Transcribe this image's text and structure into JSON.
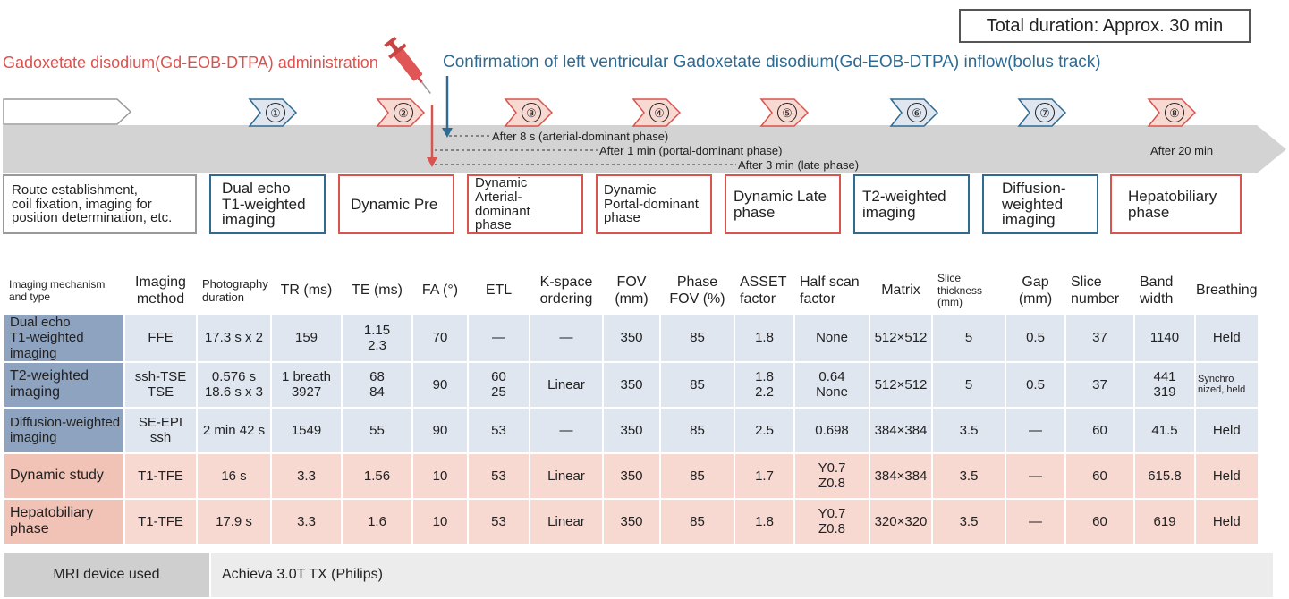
{
  "total_duration": "Total duration: Approx. 30 min",
  "administration_label": "Gadoxetate disodium(Gd-EOB-DTPA) administration",
  "bolus_label": "Confirmation of left ventricular Gadoxetate disodium(Gd-EOB-DTPA) inflow(bolus track)",
  "timeline": {
    "after_8s": "After 8 s (arterial-dominant phase)",
    "after_1min": "After 1 min (portal-dominant phase)",
    "after_3min": "After 3 min (late phase)",
    "after_20min": "After 20 min"
  },
  "steps": [
    {
      "num": "①",
      "color": "blue"
    },
    {
      "num": "②",
      "color": "red"
    },
    {
      "num": "③",
      "color": "red"
    },
    {
      "num": "④",
      "color": "red"
    },
    {
      "num": "⑤",
      "color": "red"
    },
    {
      "num": "⑥",
      "color": "blue"
    },
    {
      "num": "⑦",
      "color": "blue"
    },
    {
      "num": "⑧",
      "color": "red"
    }
  ],
  "phases": [
    {
      "line1": "Route establishment,",
      "line2": "coil fixation, imaging for",
      "line3": "position determination, etc."
    },
    {
      "line1": "Dual echo",
      "line2": "T1-weighted",
      "line3": "imaging"
    },
    {
      "line1": "Dynamic Pre"
    },
    {
      "line1": "Dynamic",
      "line2": "Arterial-dominant",
      "line3": "phase"
    },
    {
      "line1": "Dynamic",
      "line2": "Portal-dominant",
      "line3": "phase"
    },
    {
      "line1": "Dynamic Late",
      "line2": "phase"
    },
    {
      "line1": "T2-weighted",
      "line2": "imaging"
    },
    {
      "line1": "Diffusion-",
      "line2": "weighted",
      "line3": "imaging"
    },
    {
      "line1": "Hepatobiliary",
      "line2": "phase"
    }
  ],
  "table": {
    "headers": [
      {
        "line1": "Imaging mechanism",
        "line2": "and type"
      },
      {
        "line1": "Imaging",
        "line2": "method"
      },
      {
        "line1": "Photography",
        "line2": "duration"
      },
      {
        "line1": "TR (ms)"
      },
      {
        "line1": "TE (ms)"
      },
      {
        "line1": "FA (°)"
      },
      {
        "line1": "ETL"
      },
      {
        "line1": "K-space",
        "line2": "ordering"
      },
      {
        "line1": "FOV",
        "line2": "(mm)"
      },
      {
        "line1": "Phase",
        "line2": "FOV (%)"
      },
      {
        "line1": "ASSET",
        "line2": "factor"
      },
      {
        "line1": "Half scan",
        "line2": "factor"
      },
      {
        "line1": "Matrix"
      },
      {
        "line1": "Slice thickness",
        "line2": "(mm)"
      },
      {
        "line1": "Gap",
        "line2": "(mm)"
      },
      {
        "line1": "Slice",
        "line2": "number"
      },
      {
        "line1": "Band",
        "line2": "width"
      },
      {
        "line1": "Breathing"
      }
    ],
    "rows": [
      {
        "type": {
          "line1": "Dual echo",
          "line2": "T1-weighted imaging"
        },
        "method": {
          "line1": "FFE"
        },
        "duration": {
          "line1": "17.3 s x 2"
        },
        "tr": {
          "line1": "159"
        },
        "te": {
          "line1": "1.15",
          "line2": "2.3"
        },
        "fa": {
          "line1": "70"
        },
        "etl": {
          "line1": "—"
        },
        "kspace": {
          "line1": "—"
        },
        "fov": {
          "line1": "350"
        },
        "phase_fov": {
          "line1": "85"
        },
        "asset": {
          "line1": "1.8"
        },
        "half_scan": {
          "line1": "None"
        },
        "matrix": {
          "line1": "512×512"
        },
        "slice_thickness": {
          "line1": "5"
        },
        "gap": {
          "line1": "0.5"
        },
        "slice_number": {
          "line1": "37"
        },
        "bandwidth": {
          "line1": "1140"
        },
        "breathing": {
          "line1": "Held"
        }
      },
      {
        "type": {
          "line1": "T2-weighted",
          "line2": "imaging"
        },
        "method": {
          "line1": "ssh-TSE",
          "line2": "TSE"
        },
        "duration": {
          "line1": "0.576 s",
          "line2": "18.6 s x 3"
        },
        "tr": {
          "line1": "1 breath",
          "line2": "3927"
        },
        "te": {
          "line1": "68",
          "line2": "84"
        },
        "fa": {
          "line1": "90"
        },
        "etl": {
          "line1": "60",
          "line2": "25"
        },
        "kspace": {
          "line1": "Linear"
        },
        "fov": {
          "line1": "350"
        },
        "phase_fov": {
          "line1": "85"
        },
        "asset": {
          "line1": "1.8",
          "line2": "2.2"
        },
        "half_scan": {
          "line1": "0.64",
          "line2": "None"
        },
        "matrix": {
          "line1": "512×512"
        },
        "slice_thickness": {
          "line1": "5"
        },
        "gap": {
          "line1": "0.5"
        },
        "slice_number": {
          "line1": "37"
        },
        "bandwidth": {
          "line1": "441",
          "line2": "319"
        },
        "breathing": {
          "line1": "Synchro",
          "line2": "nized, held"
        }
      },
      {
        "type": {
          "line1": "Diffusion-weighted",
          "line2": "imaging"
        },
        "method": {
          "line1": "SE-EPI",
          "line2": "ssh"
        },
        "duration": {
          "line1": "2 min 42 s"
        },
        "tr": {
          "line1": "1549"
        },
        "te": {
          "line1": "55"
        },
        "fa": {
          "line1": "90"
        },
        "etl": {
          "line1": "53"
        },
        "kspace": {
          "line1": "—"
        },
        "fov": {
          "line1": "350"
        },
        "phase_fov": {
          "line1": "85"
        },
        "asset": {
          "line1": "2.5"
        },
        "half_scan": {
          "line1": "0.698"
        },
        "matrix": {
          "line1": "384×384"
        },
        "slice_thickness": {
          "line1": "3.5"
        },
        "gap": {
          "line1": "—"
        },
        "slice_number": {
          "line1": "60"
        },
        "bandwidth": {
          "line1": "41.5"
        },
        "breathing": {
          "line1": "Held"
        }
      },
      {
        "type": {
          "line1": "Dynamic study"
        },
        "method": {
          "line1": "T1-TFE"
        },
        "duration": {
          "line1": "16 s"
        },
        "tr": {
          "line1": "3.3"
        },
        "te": {
          "line1": "1.56"
        },
        "fa": {
          "line1": "10"
        },
        "etl": {
          "line1": "53"
        },
        "kspace": {
          "line1": "Linear"
        },
        "fov": {
          "line1": "350"
        },
        "phase_fov": {
          "line1": "85"
        },
        "asset": {
          "line1": "1.7"
        },
        "half_scan": {
          "line1": "Y0.7",
          "line2": "Z0.8"
        },
        "matrix": {
          "line1": "384×384"
        },
        "slice_thickness": {
          "line1": "3.5"
        },
        "gap": {
          "line1": "—"
        },
        "slice_number": {
          "line1": "60"
        },
        "bandwidth": {
          "line1": "615.8"
        },
        "breathing": {
          "line1": "Held"
        }
      },
      {
        "type": {
          "line1": "Hepatobiliary",
          "line2": "phase"
        },
        "method": {
          "line1": "T1-TFE"
        },
        "duration": {
          "line1": "17.9 s"
        },
        "tr": {
          "line1": "3.3"
        },
        "te": {
          "line1": "1.6"
        },
        "fa": {
          "line1": "10"
        },
        "etl": {
          "line1": "53"
        },
        "kspace": {
          "line1": "Linear"
        },
        "fov": {
          "line1": "350"
        },
        "phase_fov": {
          "line1": "85"
        },
        "asset": {
          "line1": "1.8"
        },
        "half_scan": {
          "line1": "Y0.7",
          "line2": "Z0.8"
        },
        "matrix": {
          "line1": "320×320"
        },
        "slice_thickness": {
          "line1": "3.5"
        },
        "gap": {
          "line1": "—"
        },
        "slice_number": {
          "line1": "60"
        },
        "bandwidth": {
          "line1": "619"
        },
        "breathing": {
          "line1": "Held"
        }
      }
    ]
  },
  "device": {
    "label": "MRI device used",
    "value": "Achieva 3.0T TX (Philips)"
  },
  "colors": {
    "blue": "#2f6a91",
    "red": "#d9534f",
    "gray_bar": "#d3d3d3",
    "blue_fill": "#dfe6f0",
    "red_fill": "#f7d9d2"
  }
}
